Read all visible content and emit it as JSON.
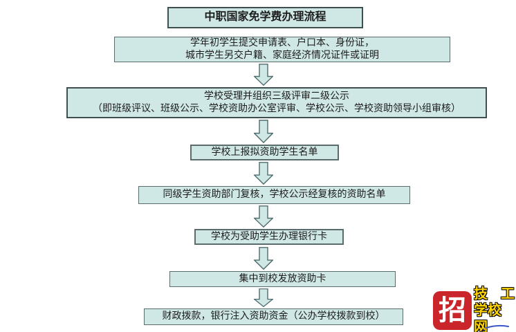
{
  "flowchart": {
    "title": "中职国家免学费办理流程",
    "box_fill": "#cfe8e5",
    "box_border": "#5a6b6b",
    "steps": [
      {
        "id": "submit-materials",
        "lines": [
          "学年初学生提交申请表、户口本、身份证，",
          "城市学生另交户籍、家庭经济情况证件或证明"
        ]
      },
      {
        "id": "school-review",
        "lines": [
          "学校受理并组织三级评审二级公示",
          "（即班级评议、班级公示、学校资助办公室评审、学校公示、学校资助领导小组审核）"
        ]
      },
      {
        "id": "report-list",
        "lines": [
          "学校上报拟资助学生名单"
        ]
      },
      {
        "id": "department-recheck",
        "lines": [
          "同级学生资助部门复核，学校公示经复核的资助名单"
        ]
      },
      {
        "id": "bank-card",
        "lines": [
          "学校为受助学生办理银行卡"
        ]
      },
      {
        "id": "card-distribution",
        "lines": [
          "集中到校发放资助卡"
        ]
      },
      {
        "id": "fund-allocation",
        "lines": [
          "财政拨款，银行注入资助资金（公办学校拨款到校）"
        ]
      }
    ]
  },
  "watermark": {
    "badge_char": "招",
    "badge_color": "#c9252b",
    "line1_left": "技",
    "line1_right": "工",
    "line2": "学校网",
    "text_color": "#ffd400"
  }
}
